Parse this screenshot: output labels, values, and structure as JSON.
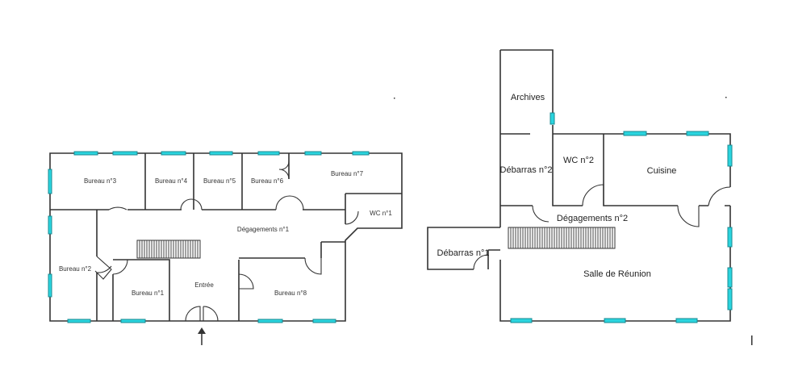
{
  "plans": {
    "left": {
      "rooms": {
        "bureau3": "Bureau n°3",
        "bureau4": "Bureau n°4",
        "bureau5": "Bureau n°5",
        "bureau6": "Bureau n°6",
        "bureau7": "Bureau n°7",
        "wc1": "WC n°1",
        "degagements1": "Dégagements n°1",
        "bureau2": "Bureau n°2",
        "bureau1": "Bureau n°1",
        "entree": "Entrée",
        "bureau8": "Bureau n°8"
      }
    },
    "right": {
      "rooms": {
        "archives": "Archives",
        "debarras2": "Débarras n°2",
        "wc2": "WC n°2",
        "cuisine": "Cuisine",
        "degagements2": "Dégagements n°2",
        "debarras1": "Débarras n°1",
        "salle_reunion": "Salle de Réunion"
      }
    }
  },
  "colors": {
    "window": "#2ad4de",
    "wall": "#333333",
    "background": "#ffffff"
  }
}
